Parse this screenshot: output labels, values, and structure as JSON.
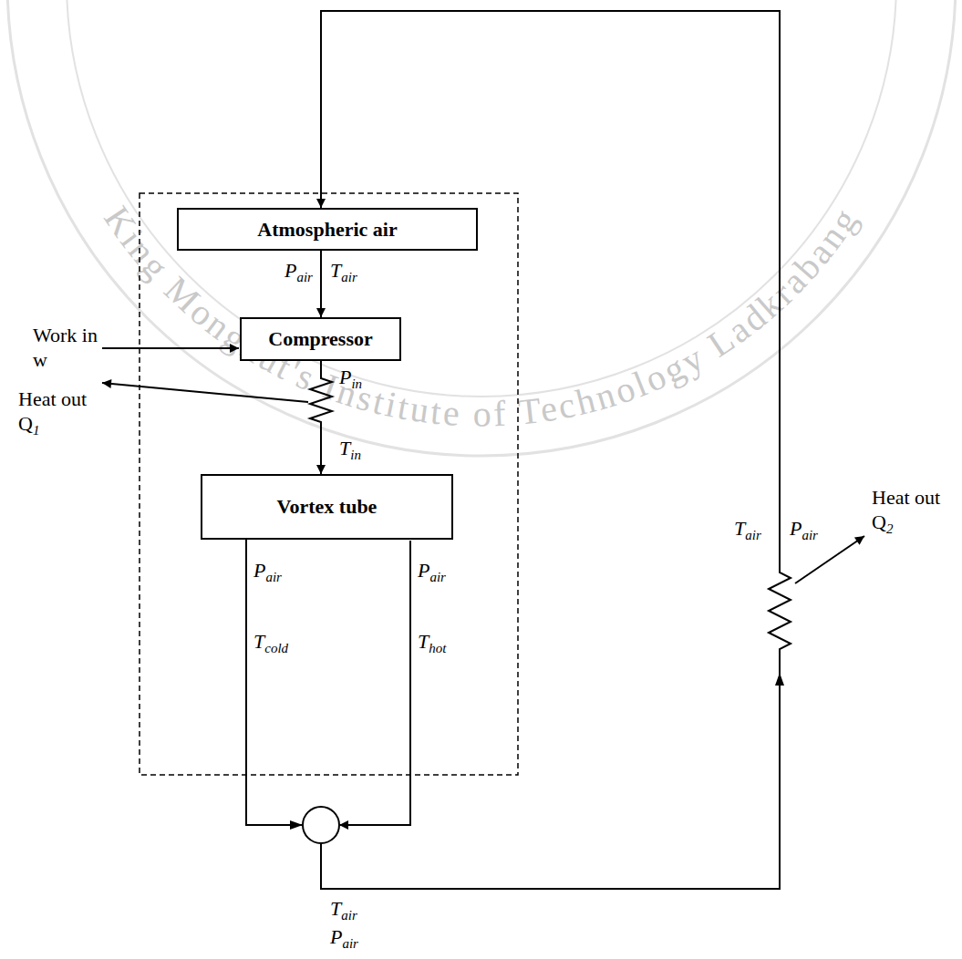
{
  "diagram": {
    "nodes": [
      {
        "text": [
          "Atmospheric air"
        ]
      },
      {
        "text": [
          "Compressor"
        ]
      },
      {
        "text": [
          "Vortex tube"
        ]
      }
    ],
    "edges": [
      {
        "from": 0,
        "to": 1,
        "arrow": "to"
      },
      {
        "from": 1,
        "to": 2,
        "arrow": "to"
      },
      {
        "from": 2,
        "to": 0,
        "arrow": "to"
      }
    ],
    "labels": [
      "Pair",
      "Tair",
      "Work in w",
      "Pin",
      "Heat out Q1",
      "Tin",
      "Pair",
      "Pair",
      "Tcold",
      "Thot",
      "Tair",
      "Pair",
      "Tair",
      "Pair",
      "Heat out Q2",
      "King Mongkut's Institute of Technology Ladkrabang"
    ]
  }
}
